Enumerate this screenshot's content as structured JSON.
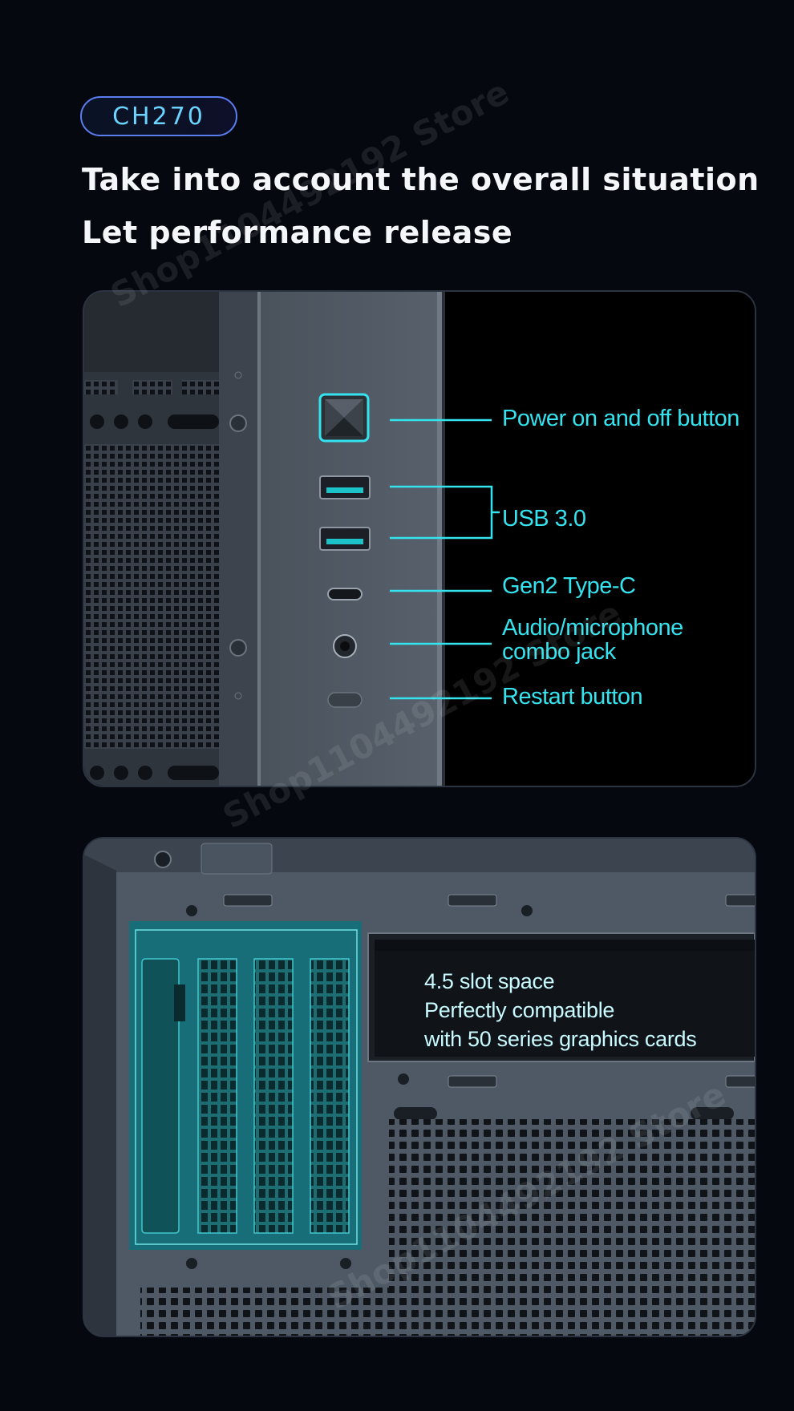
{
  "badge": "CH270",
  "headline": {
    "line1": "Take into account the overall situation",
    "line2": "Let performance release"
  },
  "front_io": {
    "callouts": [
      {
        "icon": "power-icon",
        "label": "Power on and off button"
      },
      {
        "icon": "usb-port-icon",
        "label": "USB 3.0"
      },
      {
        "icon": "usb-c-port-icon",
        "label": "Gen2 Type-C"
      },
      {
        "icon": "audio-jack-icon",
        "label_line1": "Audio/microphone",
        "label_line2": "combo jack"
      },
      {
        "icon": "restart-icon",
        "label": "Restart button"
      }
    ]
  },
  "slots": {
    "caption_line1": "4.5 slot space",
    "caption_line2": "Perfectly compatible",
    "caption_line3": "with 50 series graphics cards"
  },
  "watermark": "Shop1104492192 Store",
  "colors": {
    "accent": "#35e3ee",
    "badge_border": "#5a7df0",
    "background": "#05080f"
  }
}
